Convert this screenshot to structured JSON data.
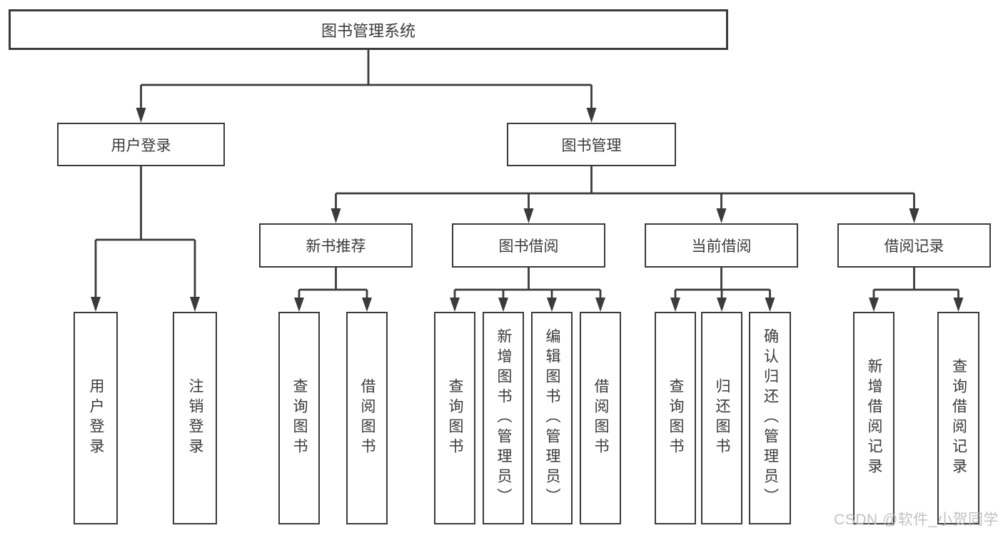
{
  "tree": {
    "root": {
      "label": "图书管理系统",
      "children": [
        {
          "label": "用户登录",
          "children": [
            {
              "label": "用户登录"
            },
            {
              "label": "注销登录"
            }
          ]
        },
        {
          "label": "图书管理",
          "children": [
            {
              "label": "新书推荐",
              "children": [
                {
                  "label": "查询图书"
                },
                {
                  "label": "借阅图书"
                }
              ]
            },
            {
              "label": "图书借阅",
              "children": [
                {
                  "label": "查询图书"
                },
                {
                  "label": "新增图书（管理员）"
                },
                {
                  "label": "编辑图书（管理员）"
                },
                {
                  "label": "借阅图书"
                }
              ]
            },
            {
              "label": "当前借阅",
              "children": [
                {
                  "label": "查询图书"
                },
                {
                  "label": "归还图书"
                },
                {
                  "label": "确认归还（管理员）"
                }
              ]
            },
            {
              "label": "借阅记录",
              "children": [
                {
                  "label": "新增借阅记录"
                },
                {
                  "label": "查询借阅记录"
                }
              ]
            }
          ]
        }
      ]
    }
  },
  "watermark": {
    "text": "CSDN @软件_小贺同学"
  },
  "colors": {
    "line": "#3b3b3b",
    "text": "#3a3a3a",
    "background": "#ffffff",
    "watermark": "#bcbcbc"
  }
}
